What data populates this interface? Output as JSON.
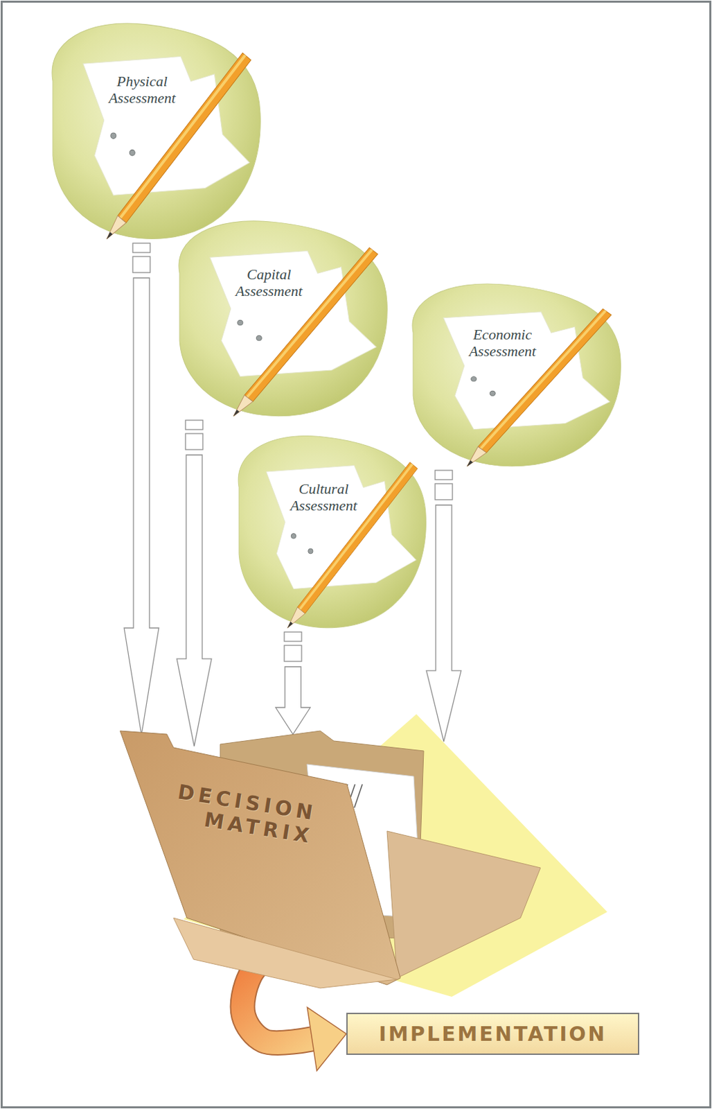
{
  "diagram": {
    "nodes": [
      {
        "text": [
          "Physical Assessment"
        ]
      },
      {
        "text": [
          "Capital Assessment"
        ]
      },
      {
        "text": [
          "Economic Assessment"
        ]
      },
      {
        "text": [
          "Cultural Assessment"
        ]
      },
      {
        "text": [
          "DECISION MATRIX"
        ]
      },
      {
        "text": [
          "IMPLEMENTATION"
        ]
      }
    ],
    "edges": [
      {
        "from": 0,
        "to": 4,
        "arrow": "to"
      },
      {
        "from": 1,
        "to": 4,
        "arrow": "to"
      },
      {
        "from": 2,
        "to": 4,
        "arrow": "to"
      },
      {
        "from": 3,
        "to": 4,
        "arrow": "to"
      },
      {
        "from": 4,
        "to": 5,
        "arrow": "to"
      }
    ]
  }
}
